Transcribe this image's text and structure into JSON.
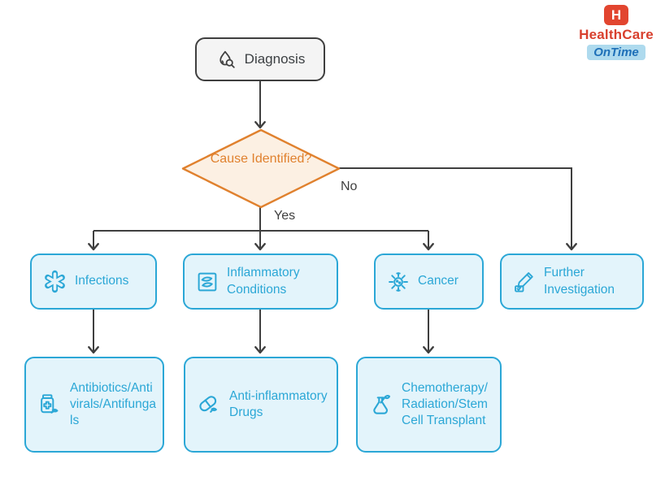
{
  "colors": {
    "accent_cyan": "#2BA7D6",
    "node_fill": "#E3F4FB",
    "accent_orange": "#E0812E",
    "diamond_fill": "#FCF0E3",
    "line_dark": "#3F3F3F",
    "start_fill": "#F4F4F4",
    "start_border": "#3F3F3F",
    "start_text": "#3C4043",
    "logo_red": "#E2452F",
    "logo_text_red": "#D8402E",
    "logo_blue": "#1E70B8",
    "logo_chip_bg": "#AEDAEE"
  },
  "logo": {
    "badge_letter": "H",
    "name": "HealthCare",
    "tagline": "OnTime"
  },
  "flow": {
    "start": {
      "label": "Diagnosis",
      "icon": "droplet-search-icon"
    },
    "decision": {
      "label": "Cause Identified?"
    },
    "yes_label": "Yes",
    "no_label": "No",
    "branches": [
      {
        "label": "Infections",
        "icon": "virus-icon"
      },
      {
        "label": "Inflammatory Conditions",
        "icon": "inflamed-tissue-icon"
      },
      {
        "label": "Cancer",
        "icon": "cancer-cell-icon"
      },
      {
        "label": "Further Investigation",
        "icon": "pencil-note-icon"
      }
    ],
    "treatments": [
      {
        "label": "Antibiotics/Antivirals/Antifungals",
        "icon": "medicine-bottle-icon"
      },
      {
        "label": "Anti-inflammatory Drugs",
        "icon": "capsule-icon"
      },
      {
        "label": "Chemotherapy/Radiation/Stem Cell Transplant",
        "icon": "flask-icon"
      }
    ]
  }
}
